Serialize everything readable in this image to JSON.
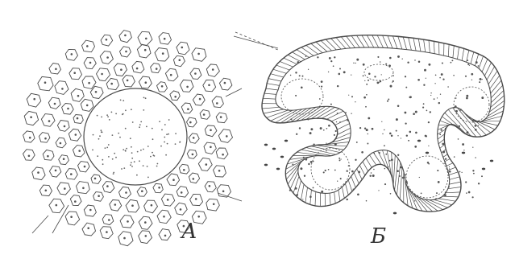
{
  "figure": {
    "panels": [
      {
        "id": "A",
        "label": "А"
      },
      {
        "id": "B",
        "label": "Б"
      }
    ]
  },
  "colors": {
    "background": "#ffffff",
    "ink": "#4a4a4a"
  }
}
